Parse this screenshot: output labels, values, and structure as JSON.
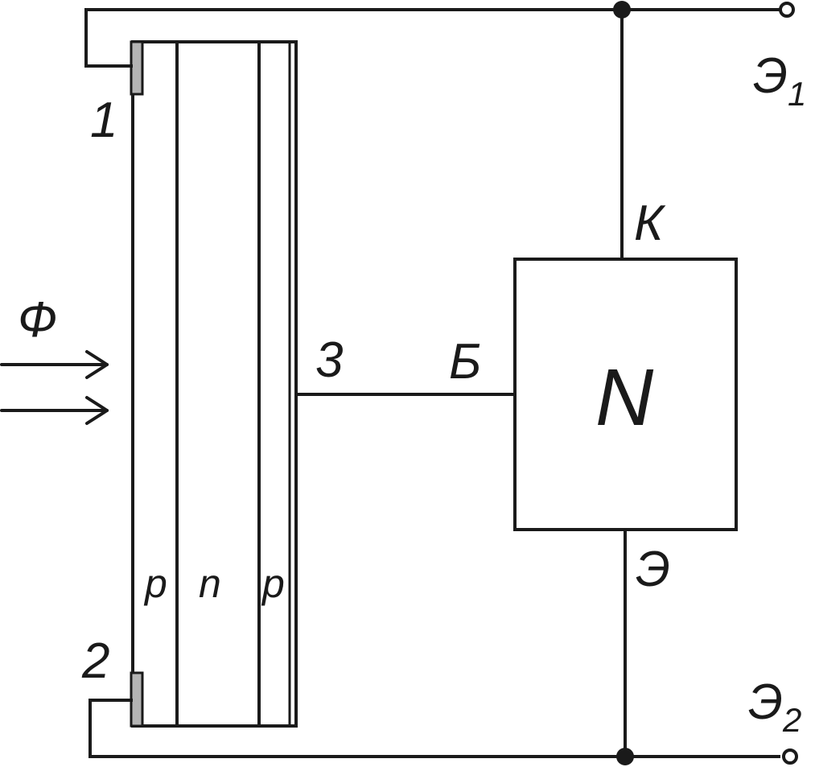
{
  "colors": {
    "stroke": "#1a1a1a",
    "contact_fill": "#b4b4b4",
    "background": "#ffffff"
  },
  "labels": {
    "contact_1": "1",
    "contact_2": "2",
    "contact_3": "3",
    "flux": "Ф",
    "layer_p_left": "p",
    "layer_n": "n",
    "layer_p_right": "p",
    "base": "Б",
    "collector": "К",
    "emitter": "Э",
    "block": "N",
    "terminal_top": "Э",
    "terminal_top_sub": "1",
    "terminal_bottom": "Э",
    "terminal_bottom_sub": "2"
  }
}
